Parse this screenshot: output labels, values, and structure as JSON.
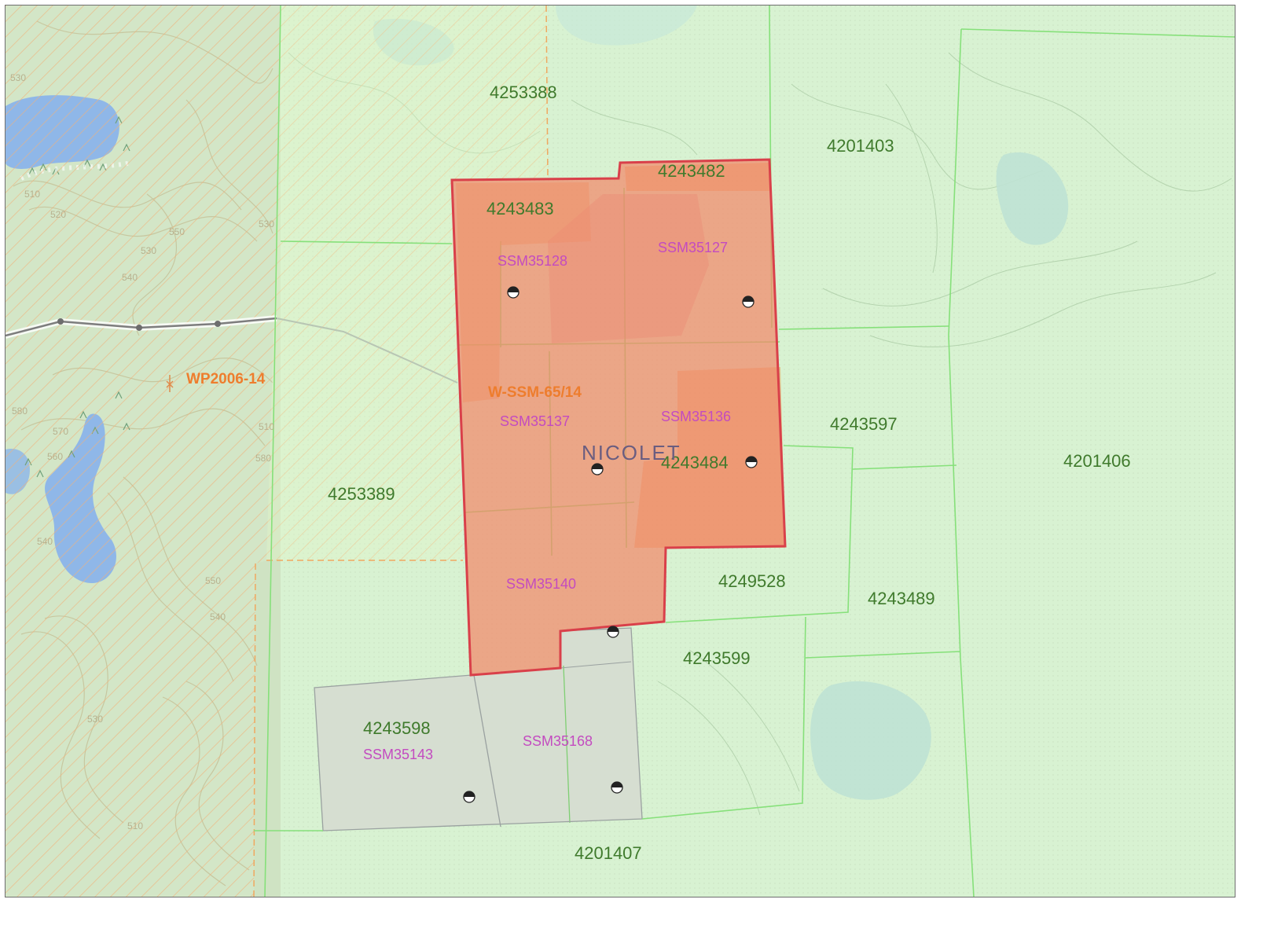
{
  "map": {
    "parcels": [
      "4253388",
      "4201403",
      "4243482",
      "4243483",
      "4253389",
      "4243597",
      "4243484",
      "4201406",
      "4249528",
      "4243489",
      "4243599",
      "4243598",
      "4201407"
    ],
    "claims": [
      "SSM35128",
      "SSM35127",
      "SSM35137",
      "SSM35136",
      "SSM35140",
      "SSM35143",
      "SSM35168"
    ],
    "permits": [
      "WP2006-14",
      "W-SSM-65/14"
    ],
    "township": "NICOLET",
    "contours": [
      "510",
      "520",
      "530",
      "530",
      "540",
      "550",
      "570",
      "560",
      "510",
      "580",
      "550",
      "540",
      "530",
      "510",
      "530",
      "540",
      "580"
    ],
    "colors": {
      "parcel_fill": "#d8f2d2",
      "parcel_line": "#86e07a",
      "parcel_text": "#3f7a2c",
      "permit_fill": "#f2886a",
      "permit_border": "#d9404a",
      "claim_text": "#c34bc0",
      "permit_text": "#ee7d2d",
      "water": "#8fb7e8",
      "hatch": "#f0b27a"
    },
    "icons": [
      "mine-claim-marker-icon",
      "contour-lines",
      "hatched-area"
    ]
  }
}
